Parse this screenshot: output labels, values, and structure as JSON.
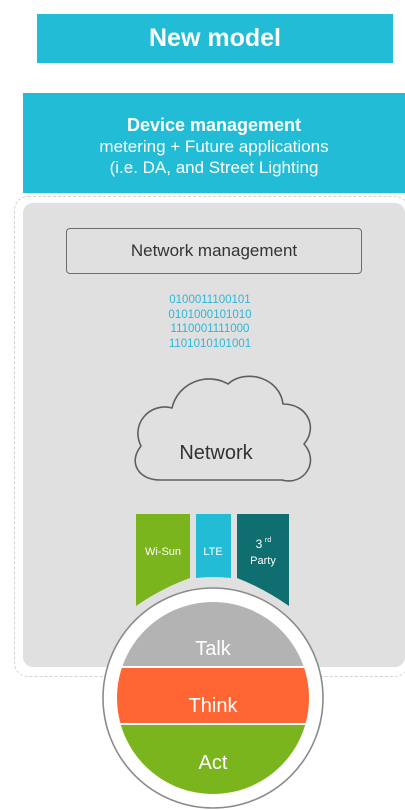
{
  "header": {
    "title": "New model"
  },
  "device_management": {
    "title": "Device management",
    "line1": "metering + Future applications",
    "line2": "(i.e. DA, and Street Lighting"
  },
  "network_management": {
    "label": "Network management"
  },
  "binary": {
    "lines": [
      "0100011100101",
      "0101000101010",
      "1110001111000",
      "1101010101001"
    ]
  },
  "cloud": {
    "label": "Network"
  },
  "connectors": {
    "wisun": "Wi-Sun",
    "lte": "LTE",
    "third_party_num": "3",
    "third_party_sup": "rd",
    "third_party_word": "Party"
  },
  "circle": {
    "talk": "Talk",
    "think": "Think",
    "act": "Act"
  },
  "colors": {
    "accent_blue": "#22bcd6",
    "wisun_green": "#7ab51d",
    "third_party_teal": "#0f6e70",
    "talk_grey": "#b3b3b3",
    "think_orange": "#ff6633",
    "act_green": "#7ab51d"
  }
}
